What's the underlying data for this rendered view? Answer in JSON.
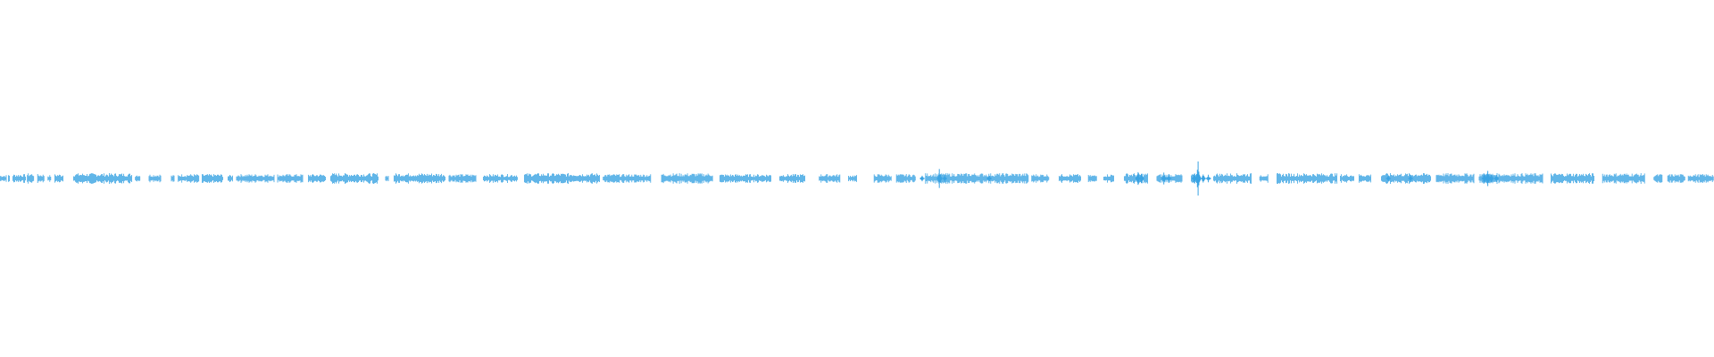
{
  "waveform": {
    "color": "#3aa3e3",
    "background": "#ffffff",
    "baseline_position": 0.5,
    "segments": [
      [
        0.0,
        0.004,
        0.04
      ],
      [
        0.005,
        0.006,
        0.05
      ],
      [
        0.0075,
        0.015,
        0.05
      ],
      [
        0.016,
        0.02,
        0.06
      ],
      [
        0.022,
        0.026,
        0.05
      ],
      [
        0.028,
        0.03,
        0.04
      ],
      [
        0.032,
        0.037,
        0.05
      ],
      [
        0.043,
        0.077,
        0.06
      ],
      [
        0.079,
        0.082,
        0.05
      ],
      [
        0.087,
        0.094,
        0.05
      ],
      [
        0.1,
        0.102,
        0.04
      ],
      [
        0.104,
        0.116,
        0.05
      ],
      [
        0.118,
        0.13,
        0.05
      ],
      [
        0.133,
        0.136,
        0.04
      ],
      [
        0.138,
        0.16,
        0.05
      ],
      [
        0.162,
        0.177,
        0.05
      ],
      [
        0.18,
        0.19,
        0.05
      ],
      [
        0.193,
        0.221,
        0.06
      ],
      [
        0.225,
        0.227,
        0.04
      ],
      [
        0.23,
        0.26,
        0.06
      ],
      [
        0.262,
        0.278,
        0.05
      ],
      [
        0.282,
        0.302,
        0.05
      ],
      [
        0.306,
        0.35,
        0.06
      ],
      [
        0.352,
        0.38,
        0.05
      ],
      [
        0.386,
        0.416,
        0.06
      ],
      [
        0.42,
        0.45,
        0.05
      ],
      [
        0.455,
        0.47,
        0.05
      ],
      [
        0.478,
        0.49,
        0.05
      ],
      [
        0.495,
        0.5,
        0.04
      ],
      [
        0.51,
        0.52,
        0.05
      ],
      [
        0.523,
        0.534,
        0.05
      ],
      [
        0.54,
        0.6,
        0.06
      ],
      [
        0.602,
        0.612,
        0.05
      ],
      [
        0.618,
        0.631,
        0.05
      ],
      [
        0.635,
        0.64,
        0.04
      ],
      [
        0.644,
        0.65,
        0.05
      ],
      [
        0.656,
        0.67,
        0.06
      ],
      [
        0.675,
        0.69,
        0.05
      ],
      [
        0.695,
        0.7,
        0.05
      ],
      [
        0.708,
        0.73,
        0.06
      ],
      [
        0.735,
        0.74,
        0.05
      ],
      [
        0.745,
        0.78,
        0.06
      ],
      [
        0.782,
        0.79,
        0.05
      ],
      [
        0.793,
        0.8,
        0.05
      ],
      [
        0.806,
        0.835,
        0.06
      ],
      [
        0.838,
        0.86,
        0.06
      ],
      [
        0.863,
        0.9,
        0.06
      ],
      [
        0.905,
        0.93,
        0.06
      ],
      [
        0.935,
        0.96,
        0.06
      ],
      [
        0.965,
        0.97,
        0.05
      ],
      [
        0.973,
        0.983,
        0.05
      ],
      [
        0.985,
        1.0,
        0.05
      ]
    ],
    "bursts": [
      [
        0.538,
        0.04
      ],
      [
        0.548,
        0.12
      ],
      [
        0.551,
        0.05
      ],
      [
        0.577,
        0.05
      ],
      [
        0.664,
        0.09
      ],
      [
        0.666,
        0.07
      ],
      [
        0.679,
        0.07
      ],
      [
        0.682,
        0.05
      ],
      [
        0.697,
        0.09
      ],
      [
        0.699,
        0.22
      ],
      [
        0.702,
        0.07
      ],
      [
        0.705,
        0.05
      ],
      [
        0.81,
        0.04
      ],
      [
        0.823,
        0.04
      ],
      [
        0.866,
        0.08
      ],
      [
        0.868,
        0.14
      ],
      [
        0.87,
        0.07
      ],
      [
        0.873,
        0.05
      ]
    ]
  }
}
